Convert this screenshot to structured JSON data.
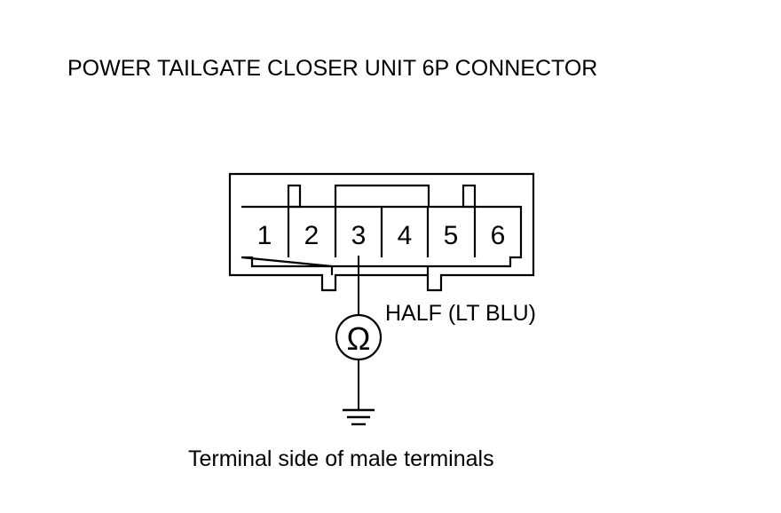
{
  "title": "POWER TAILGATE CLOSER UNIT 6P CONNECTOR",
  "connector": {
    "terminals": [
      "1",
      "2",
      "3",
      "4",
      "5",
      "6"
    ],
    "probed_terminal": "3"
  },
  "wire_label": "HALF (LT BLU)",
  "meter": {
    "symbol": "Ω",
    "icon": "ohmmeter-icon"
  },
  "ground": {
    "icon": "ground-icon"
  },
  "caption": "Terminal side of male terminals",
  "colors": {
    "line": "#000000",
    "background": "#ffffff"
  }
}
